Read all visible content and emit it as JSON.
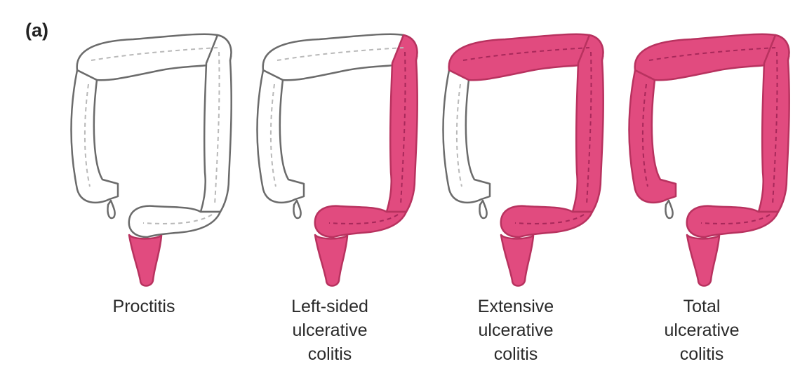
{
  "figure": {
    "label": "(a)"
  },
  "colors": {
    "inflamed": "#e14b7f",
    "healthy": "#ffffff",
    "outline": "#6b6b6b",
    "haustra": "#b9b9b9"
  },
  "panels": [
    {
      "caption_lines": [
        "Proctitis"
      ],
      "extent": [
        "rectum"
      ]
    },
    {
      "caption_lines": [
        "Left-sided",
        "ulcerative",
        "colitis"
      ],
      "extent": [
        "rectum",
        "sigmoid",
        "descending"
      ]
    },
    {
      "caption_lines": [
        "Extensive",
        "ulcerative",
        "colitis"
      ],
      "extent": [
        "rectum",
        "sigmoid",
        "descending",
        "transverse"
      ]
    },
    {
      "caption_lines": [
        "Total",
        "ulcerative",
        "colitis"
      ],
      "extent": [
        "rectum",
        "sigmoid",
        "descending",
        "transverse",
        "ascending"
      ]
    }
  ]
}
